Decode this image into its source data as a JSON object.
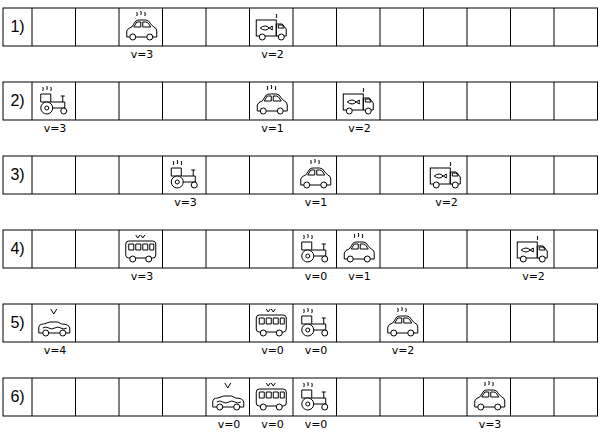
{
  "diagram": {
    "labels": [
      "1)",
      "v=3",
      "v=2",
      "2)",
      "v=3",
      "v=1",
      "v=2",
      "3)",
      "v=3",
      "v=1",
      "v=2",
      "4)",
      "v=3",
      "v=0",
      "v=1",
      "v=2",
      "5)",
      "v=4",
      "v=0",
      "v=0",
      "v=2",
      "6)",
      "v=0",
      "v=0",
      "v=0",
      "v=3"
    ]
  }
}
